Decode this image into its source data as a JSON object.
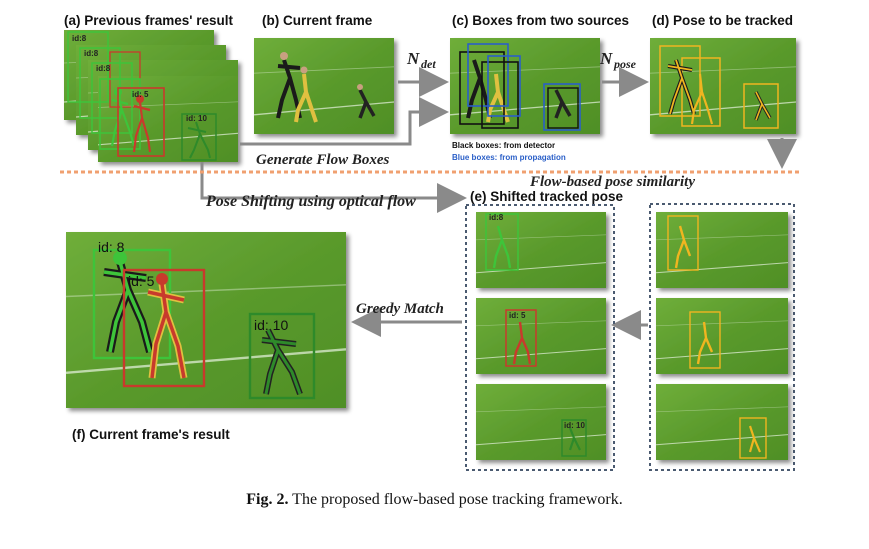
{
  "panels": {
    "a": "(a) Previous frames' result",
    "b": "(b) Current frame",
    "c": "(c) Boxes from two sources",
    "d": "(d) Pose  to be tracked",
    "e": "(e) Shifted tracked pose",
    "f": "(f) Current frame's result"
  },
  "arrows": {
    "n_det_main": "N",
    "n_det_sub": "det",
    "n_pose_main": "N",
    "n_pose_sub": "pose",
    "generate": "Generate Flow Boxes",
    "flow_similarity": "Flow-based pose similarity",
    "pose_shifting": "Pose Shifting using optical flow",
    "greedy": "Greedy Match"
  },
  "legend": {
    "black": "Black boxes: from detector",
    "blue": "Blue boxes: from propagation"
  },
  "ids": {
    "id8": "id: 8",
    "id5": "id: 5",
    "id10": "id: 10",
    "id8_small": "id:8",
    "id5_small": "id: 5",
    "id10_small": "id: 10"
  },
  "caption": {
    "label": "Fig. 2.",
    "text": " The proposed flow-based pose tracking framework."
  },
  "colors": {
    "field": "#5e9a2c",
    "green_track": "#3ec43a",
    "red_track": "#c83a2c",
    "darkgreen_track": "#2e8a2a",
    "yellow_pose": "#f0b520",
    "blue_box": "#2a5fc8",
    "arrow": "#8a8a8a",
    "divider": "#f0a070"
  }
}
